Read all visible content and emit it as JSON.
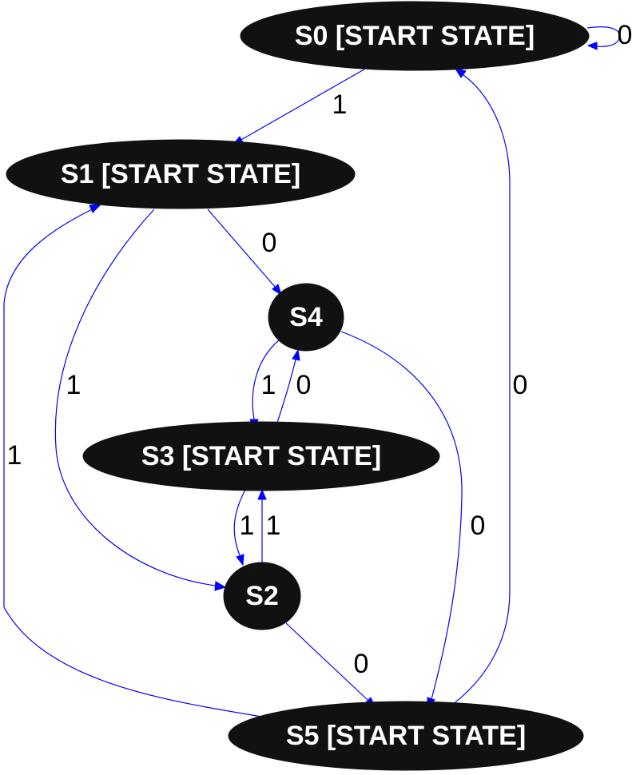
{
  "colors": {
    "node_fill": "#111111",
    "node_text": "#ffffff",
    "edge": "#0000ff",
    "edge_label": "#000000",
    "background": "#ffffff"
  },
  "nodes": {
    "s0": {
      "label": "S0 [START STATE]"
    },
    "s1": {
      "label": "S1 [START STATE]"
    },
    "s2": {
      "label": "S2"
    },
    "s3": {
      "label": "S3 [START STATE]"
    },
    "s4": {
      "label": "S4"
    },
    "s5": {
      "label": "S5 [START STATE]"
    }
  },
  "edges": [
    {
      "from": "s0",
      "to": "s0",
      "label": "0"
    },
    {
      "from": "s0",
      "to": "s1",
      "label": "1"
    },
    {
      "from": "s1",
      "to": "s4",
      "label": "0"
    },
    {
      "from": "s1",
      "to": "s2",
      "label": "1"
    },
    {
      "from": "s4",
      "to": "s3",
      "label": "1"
    },
    {
      "from": "s3",
      "to": "s4",
      "label": "0"
    },
    {
      "from": "s4",
      "to": "s5",
      "label": "0"
    },
    {
      "from": "s3",
      "to": "s2",
      "label": "1"
    },
    {
      "from": "s2",
      "to": "s3",
      "label": "1"
    },
    {
      "from": "s2",
      "to": "s5",
      "label": "0"
    },
    {
      "from": "s5",
      "to": "s1",
      "label": "1"
    },
    {
      "from": "s5",
      "to": "s0",
      "label": "0"
    }
  ]
}
